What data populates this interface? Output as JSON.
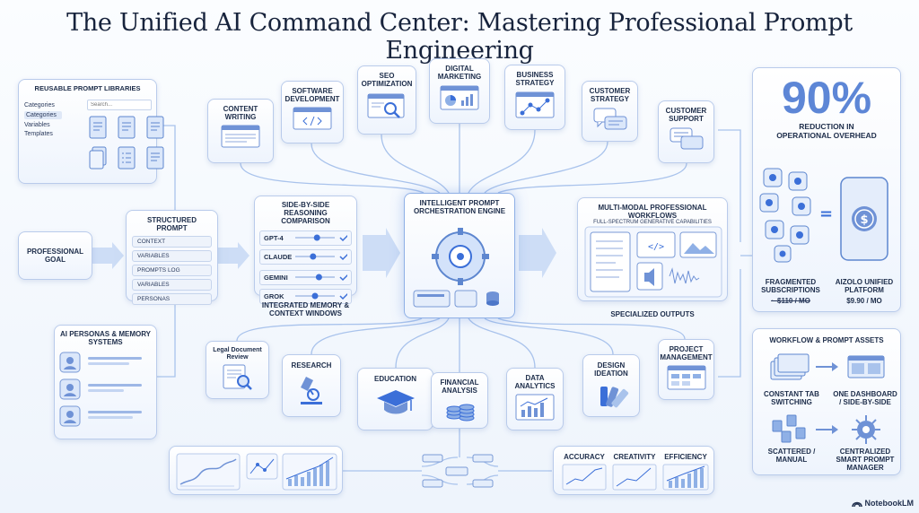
{
  "title": "The Unified AI Command Center: Mastering Professional Prompt Engineering",
  "libraries": {
    "title": "REUSABLE PROMPT LIBRARIES",
    "tabs": [
      "Categories",
      "Categories",
      "Variables",
      "Templates"
    ],
    "search_placeholder": "Search..."
  },
  "goal": "PROFESSIONAL GOAL",
  "structured": {
    "title": "STRUCTURED PROMPT",
    "fields": [
      "CONTEXT",
      "VARIABLES",
      "PROMPTS LOG",
      "VARIABLES",
      "PERSONAS"
    ]
  },
  "personas": {
    "title": "AI PERSONAS & MEMORY SYSTEMS"
  },
  "comparison": {
    "title": "SIDE-BY-SIDE REASONING COMPARISON",
    "models": [
      "GPT-4",
      "CLAUDE",
      "GEMINI",
      "GROK"
    ],
    "caption": "INTEGRATED MEMORY & CONTEXT WINDOWS"
  },
  "engine": {
    "title": "INTELLIGENT PROMPT ORCHESTRATION ENGINE"
  },
  "workflows": {
    "title": "MULTI-MODAL PROFESSIONAL WORKFLOWS",
    "subtitle": "FULL-SPECTRUM GENERATIVE CAPABILITIES",
    "caption": "SPECIALIZED OUTPUTS"
  },
  "top_nodes": [
    "CONTENT WRITING",
    "SOFTWARE DEVELOPMENT",
    "SEO OPTIMIZATION",
    "DIGITAL MARKETING",
    "BUSINESS STRATEGY",
    "CUSTOMER STRATEGY",
    "CUSTOMER SUPPORT"
  ],
  "bottom_nodes": [
    "Legal Document Review",
    "RESEARCH",
    "EDUCATION",
    "FINANCIAL ANALYSIS",
    "DATA ANALYTICS",
    "DESIGN IDEATION",
    "PROJECT MANAGEMENT"
  ],
  "stats": {
    "big": "90%",
    "big_caption": "REDUCTION IN OPERATIONAL OVERHEAD",
    "left_label": "FRAGMENTED SUBSCRIPTIONS",
    "left_price": "~ $110 / MO",
    "equals": "=",
    "right_label": "AIZOLO UNIFIED PLATFORM",
    "right_price": "$9.90 / MO"
  },
  "assets": {
    "title": "WORKFLOW & PROMPT ASSETS",
    "items": [
      "CONSTANT TAB SWITCHING",
      "ONE DASHBOARD / SIDE-BY-SIDE",
      "SCATTERED / MANUAL",
      "CENTRALIZED SMART PROMPT MANAGER"
    ]
  },
  "metrics": [
    "ACCURACY",
    "CREATIVITY",
    "EFFICIENCY"
  ],
  "brand": "NotebookLM",
  "colors": {
    "accent": "#3b6fd8",
    "line": "#a9c3ec",
    "text": "#1d2d4a"
  }
}
